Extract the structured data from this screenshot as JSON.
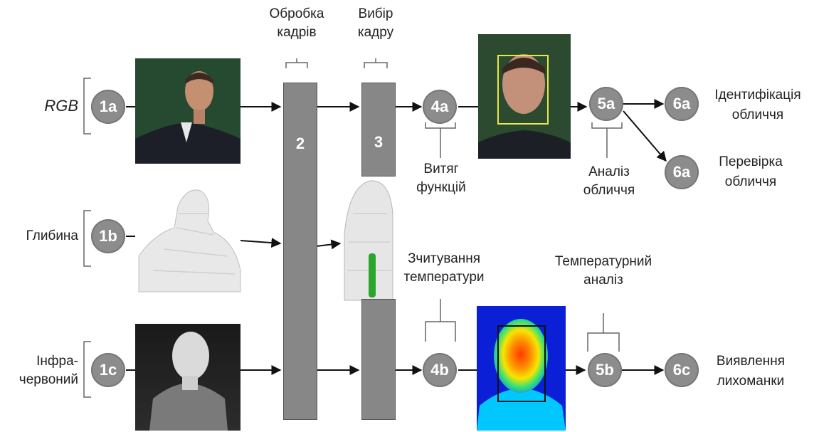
{
  "inputs": {
    "rgb": {
      "label": "RGB",
      "node": "1a"
    },
    "depth": {
      "label": "Глибина",
      "node": "1b"
    },
    "infrared": {
      "label_line1": "Інфра-",
      "label_line2": "червоний",
      "node": "1c"
    }
  },
  "stages": {
    "frame_processing": {
      "line1": "Обробка",
      "line2": "кадрів",
      "block": "2"
    },
    "frame_selection": {
      "line1": "Вибір",
      "line2": "кадру",
      "block": "3"
    }
  },
  "features": {
    "node": "4a",
    "line1": "Витяг",
    "line2": "функцій"
  },
  "temperature_reading": {
    "node": "4b",
    "line1": "Зчитування",
    "line2": "температури"
  },
  "face_analysis": {
    "node": "5a",
    "line1": "Аналіз",
    "line2": "обличчя"
  },
  "temperature_analysis": {
    "node": "5b",
    "line1": "Температурний",
    "line2": "аналіз"
  },
  "outputs": {
    "identification": {
      "node": "6a",
      "line1": "Ідентифікація",
      "line2": "обличчя"
    },
    "verification": {
      "node": "6a",
      "line1": "Перевірка",
      "line2": "обличчя"
    },
    "fever": {
      "node": "6c",
      "line1": "Виявлення",
      "line2": "лихоманки"
    }
  },
  "colors": {
    "node_fill": "#8c8c8c",
    "block_fill": "#878787",
    "rgb_background": "#254a2f",
    "face_box": "#e8e84a",
    "thermal_background": "#0a1fd6"
  }
}
